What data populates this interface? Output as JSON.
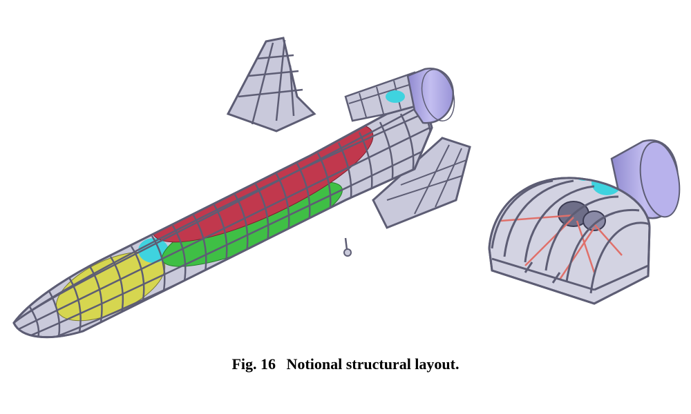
{
  "caption": {
    "figure_number": "Fig. 16",
    "text": "Notional structural layout."
  },
  "colors": {
    "frame": "#5d5d74",
    "skin": "#c9c9db",
    "fuel_tank": "#c1384d",
    "oxidizer_tank": "#3fbf45",
    "nose_tank": "#d6d650",
    "cyan_tank": "#3fd3df",
    "nozzle": "#a6a0e0",
    "struts": "#e0706a"
  },
  "components": [
    {
      "name": "vehicle-airframe",
      "description_visible": false
    },
    {
      "name": "engine-bay-module",
      "description_visible": false
    }
  ]
}
